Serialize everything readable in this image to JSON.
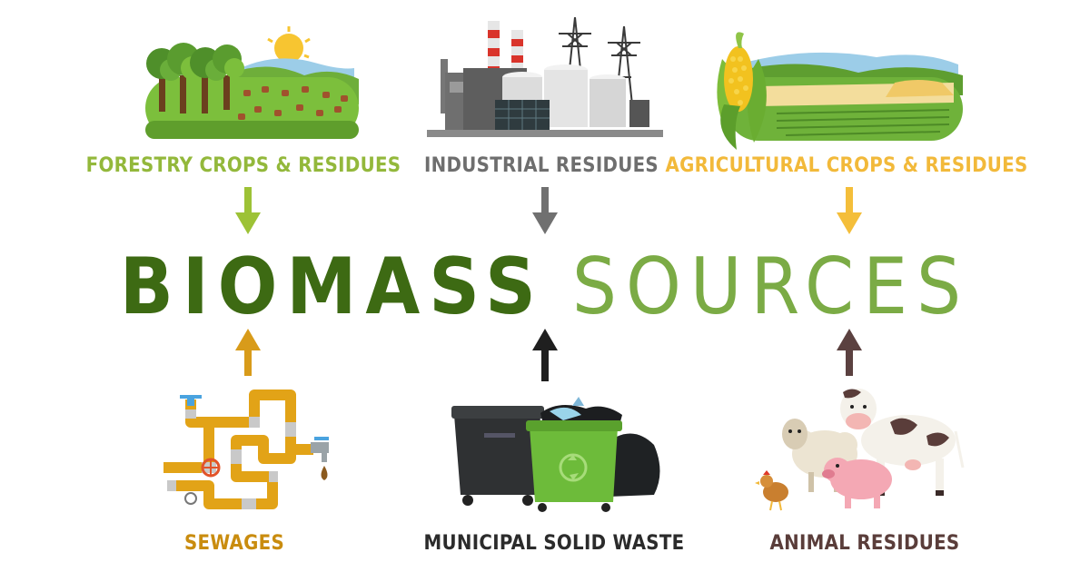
{
  "title": {
    "word1": "BIOMASS",
    "word2": "SOURCES"
  },
  "sources": {
    "forestry": {
      "label": "FORESTRY CROPS & RESIDUES",
      "color": "#93b83b"
    },
    "industrial": {
      "label": "INDUSTRIAL RESIDUES",
      "color": "#6e6e6e"
    },
    "agricultural": {
      "label": "AGRICULTURAL CROPS & RESIDUES",
      "color": "#f2b93a"
    },
    "sewages": {
      "label": "SEWAGES",
      "color": "#c98c0f"
    },
    "municipal": {
      "label": "MUNICIPAL SOLID WASTE",
      "color": "#2b2b2b"
    },
    "animal": {
      "label": "ANIMAL RESIDUES",
      "color": "#5a3d3a"
    }
  },
  "arrow_colors": {
    "forestry": "#9dc236",
    "industrial": "#707070",
    "agricultural": "#f4be3a",
    "sewages": "#d89b1a",
    "municipal": "#1f1f1f",
    "animal": "#5b4140"
  },
  "colors": {
    "title_dark": "#3d6a13",
    "title_light": "#7bab45"
  }
}
